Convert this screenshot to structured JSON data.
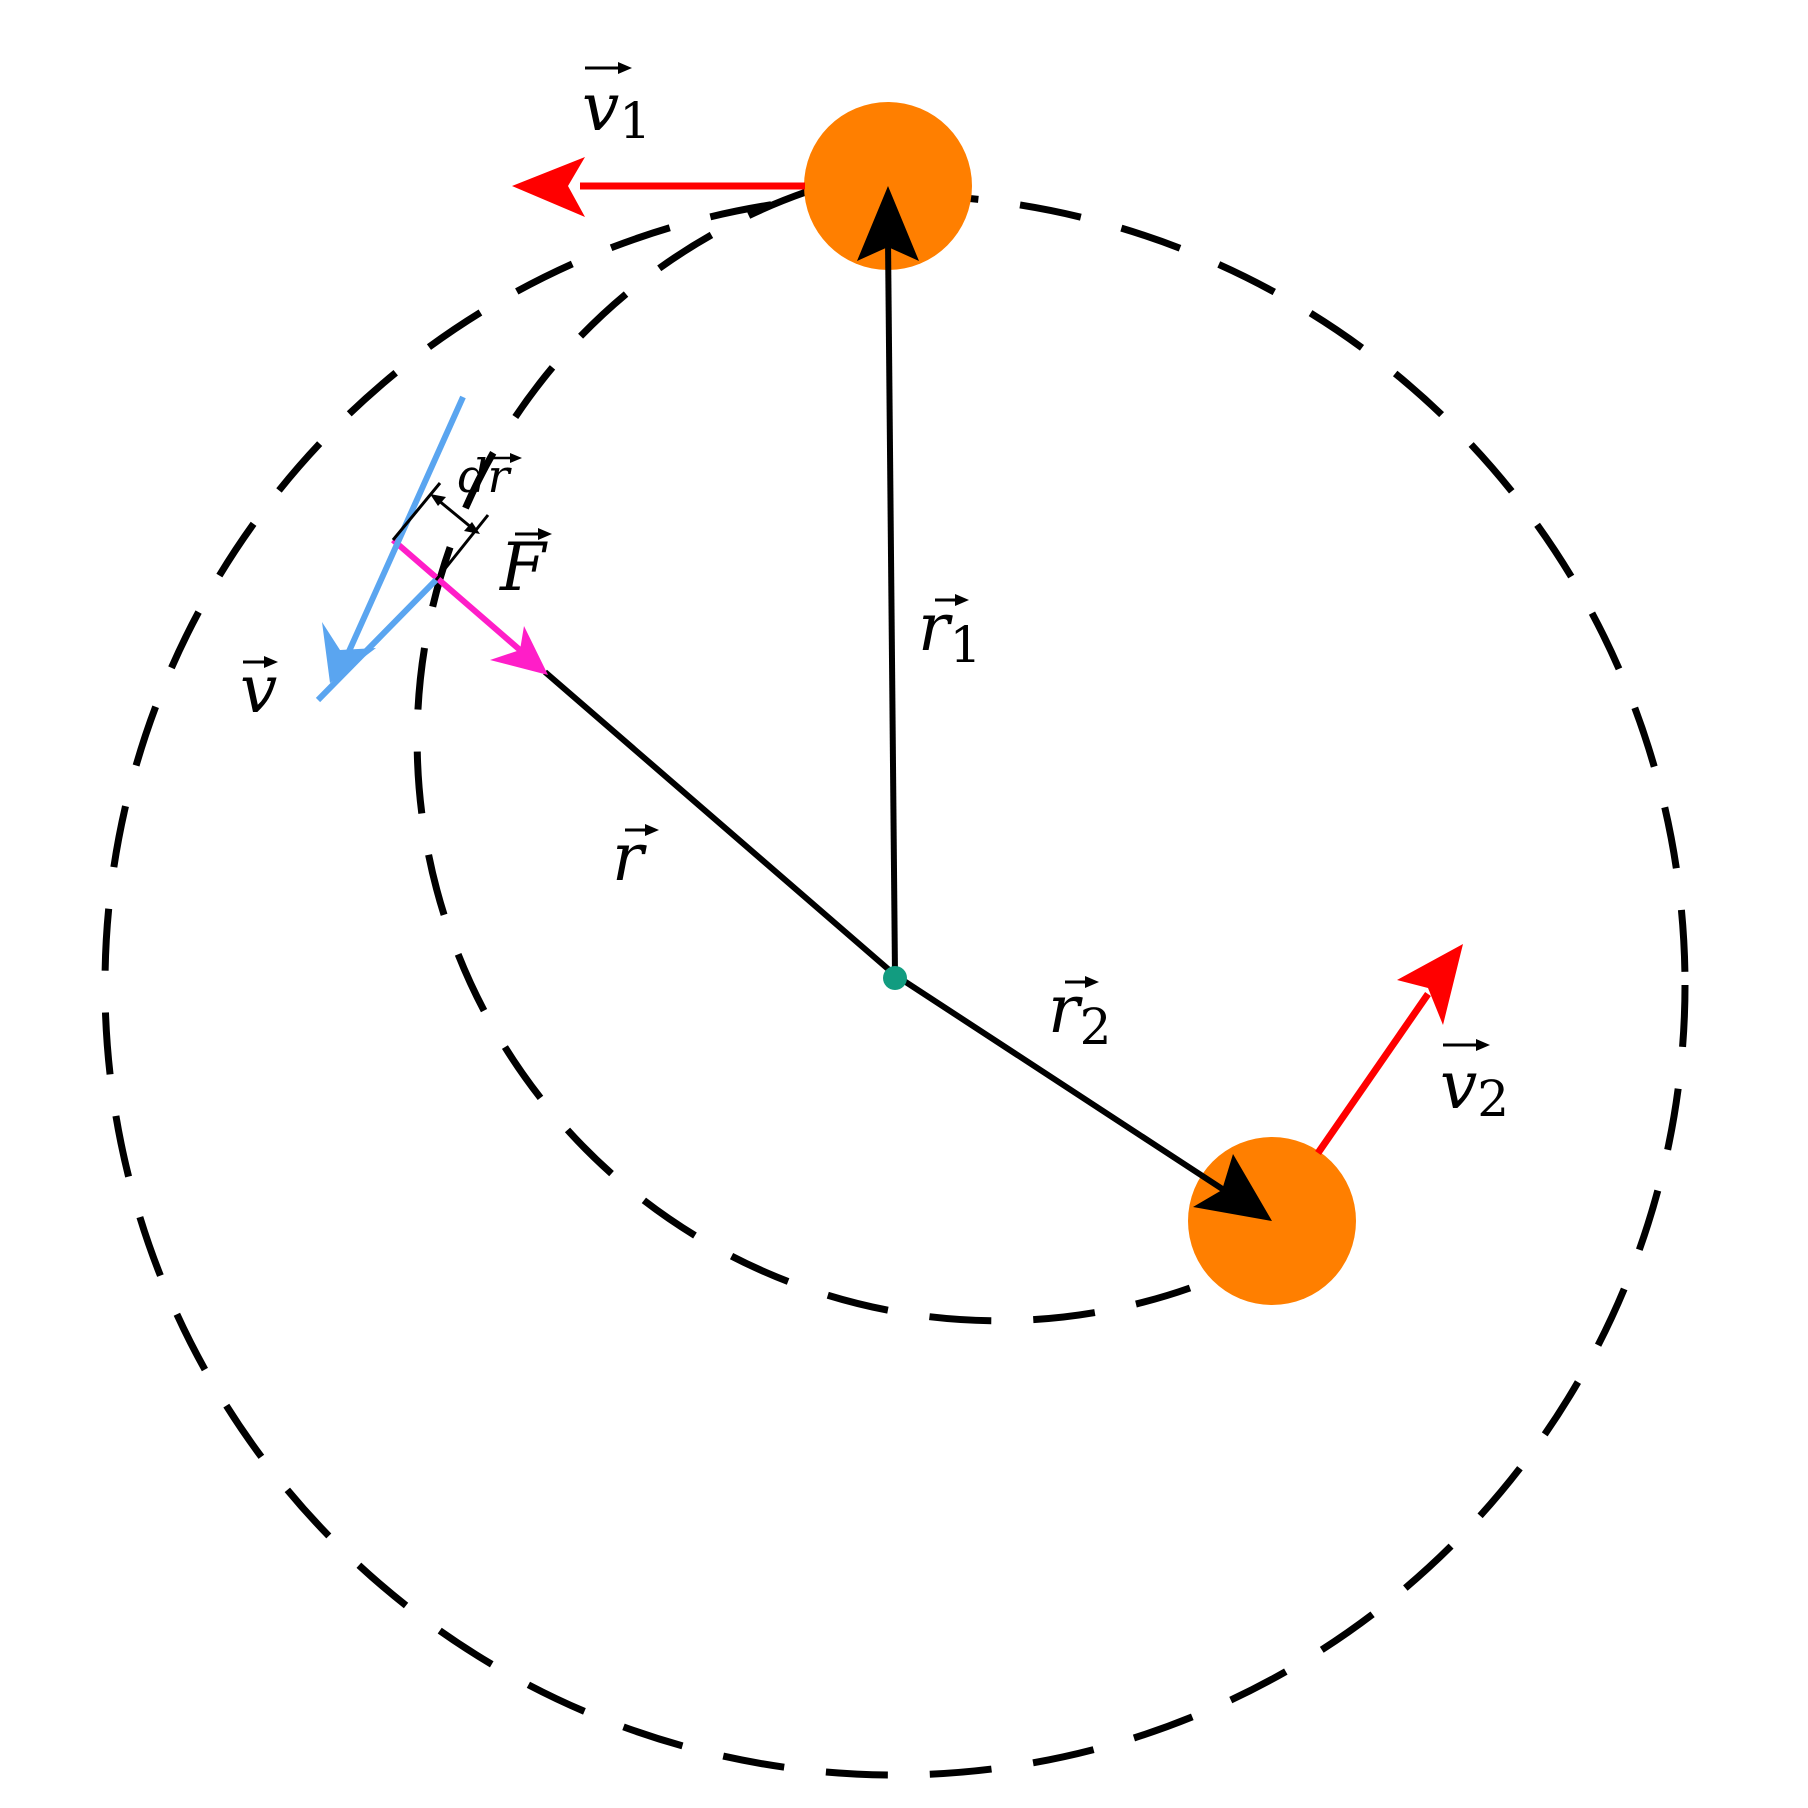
{
  "labels": {
    "v1": {
      "base": "v",
      "sub": "1"
    },
    "v2": {
      "base": "v",
      "sub": "2"
    },
    "r1": {
      "base": "r",
      "sub": "1"
    },
    "r2": {
      "base": "r",
      "sub": "2"
    },
    "r": {
      "base": "r"
    },
    "v": {
      "base": "v"
    },
    "F": {
      "base": "F"
    },
    "dr": {
      "base": "dr"
    }
  },
  "colors": {
    "background": "#ffffff",
    "mass": "#ff7f00",
    "velocity": "#ff0000",
    "position": "#000000",
    "force": "#ff1ec8",
    "reduced_velocity": "#5aa5f0",
    "center_of_mass": "#129c80",
    "orbit": "#000000"
  }
}
